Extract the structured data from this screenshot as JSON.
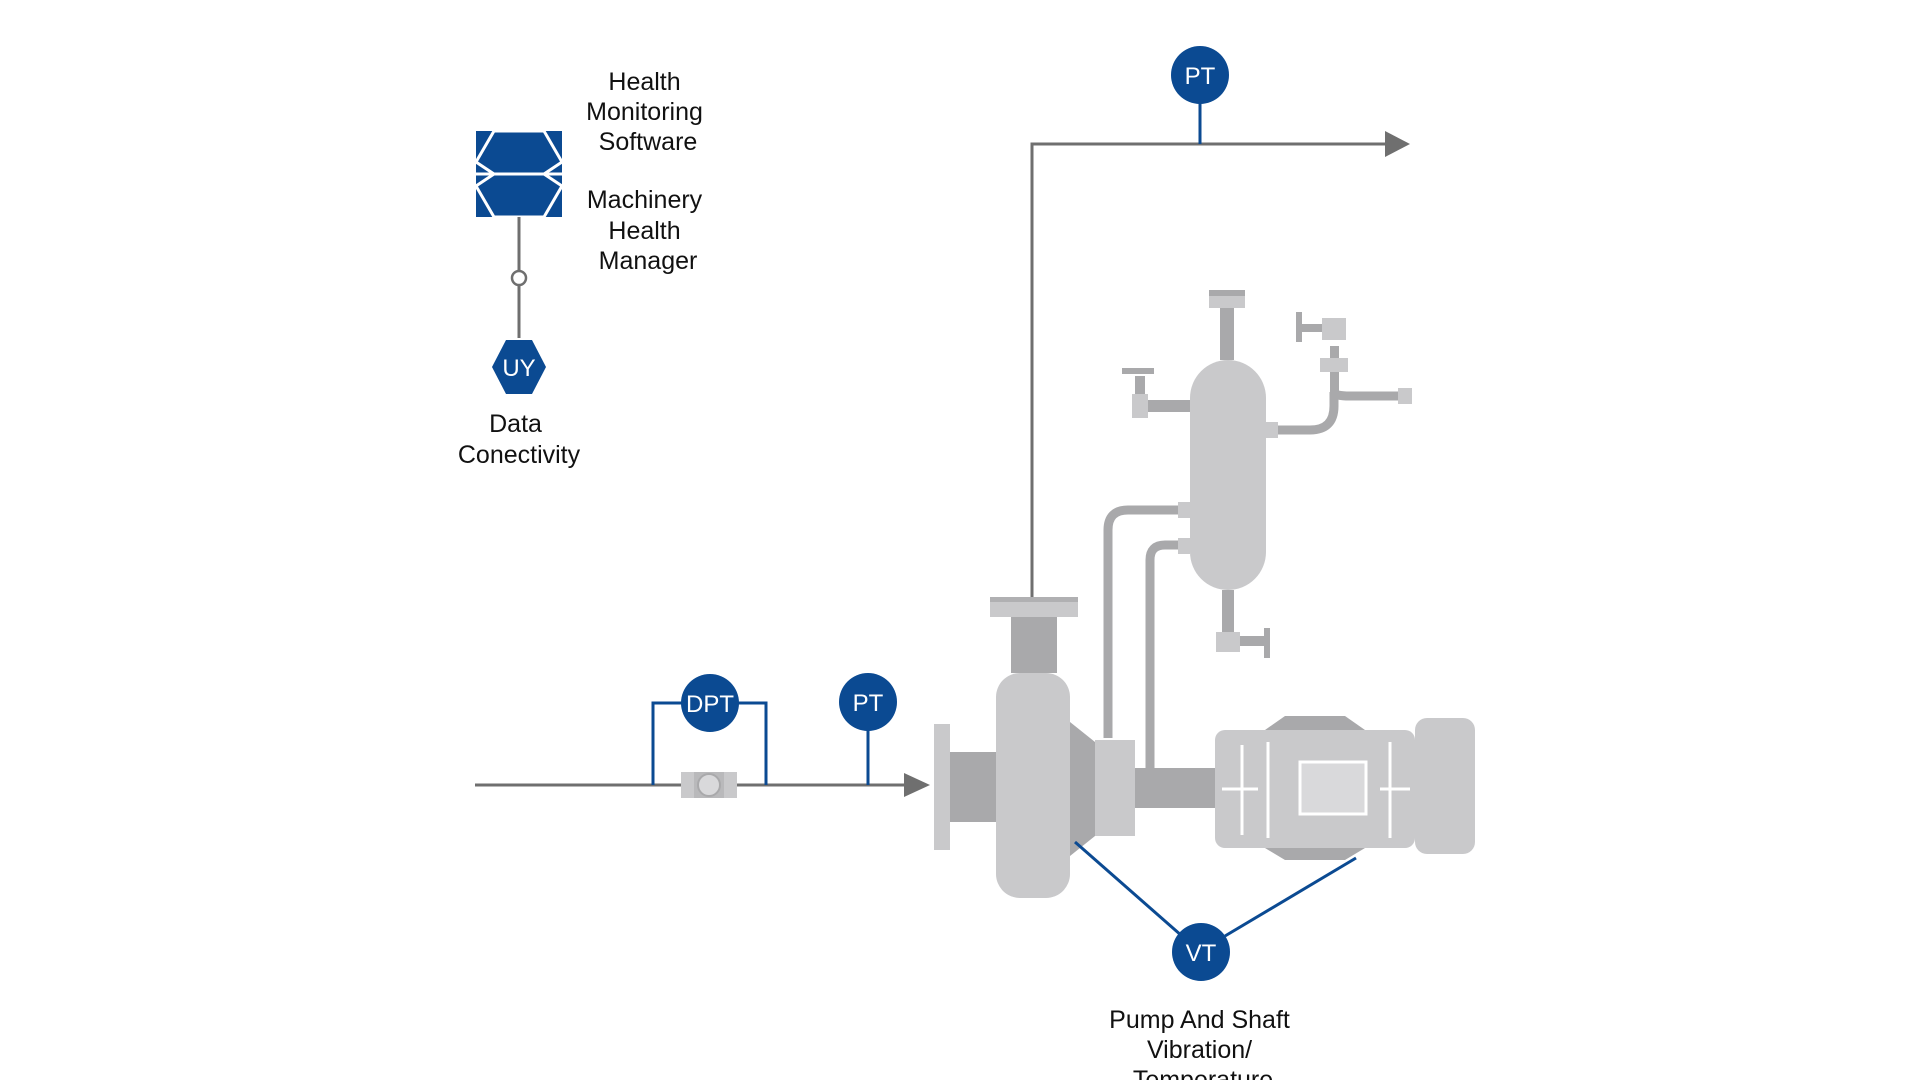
{
  "colors": {
    "accent_blue": "#0b4a92",
    "equipment_gray": "#c9c9cb",
    "equipment_dark": "#a9a9ab",
    "pipe_gray": "#6f6f6f"
  },
  "labels": {
    "software_lines": [
      "Health",
      "Monitoring",
      "Software"
    ],
    "manager_lines": [
      "Machinery",
      "Health",
      "Manager"
    ],
    "connectivity_lines": [
      "Data",
      "Conectivity"
    ],
    "vibration_lines": [
      "Pump And Shaft",
      "Vibration/",
      "Temperature"
    ]
  },
  "instruments": {
    "uy": "UY",
    "dpt": "DPT",
    "pt_inlet": "PT",
    "pt_outlet": "PT",
    "vt": "VT"
  },
  "icons": {
    "software": "hexagon-software-icon",
    "connection_node": "connection-node-icon",
    "flow_arrow": "flow-arrow-icon",
    "flow_meter": "flow-meter-icon"
  }
}
